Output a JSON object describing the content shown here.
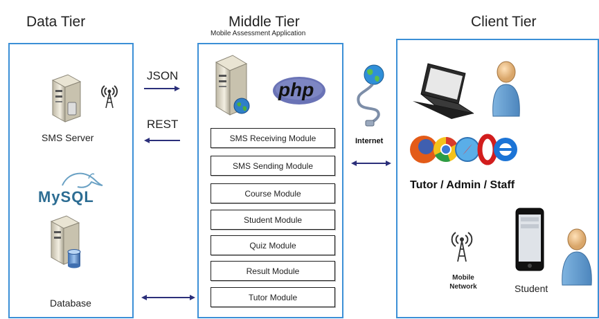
{
  "tiers": {
    "data": {
      "title": "Data Tier",
      "sms_server": "SMS Server",
      "mysql_logo": "MySQL",
      "database": "Database"
    },
    "middle": {
      "title": "Middle Tier",
      "subtitle": "Mobile Assessment Application",
      "php_logo": "php",
      "modules": [
        "SMS Receiving Module",
        "SMS Sending Module",
        "Course Module",
        "Student Module",
        "Quiz Module",
        "Result Module",
        "Tutor Module"
      ]
    },
    "client": {
      "title": "Client Tier",
      "users": "Tutor / Admin / Staff",
      "mobile_network": [
        "Mobile",
        "Network"
      ],
      "student": "Student"
    }
  },
  "connectors": {
    "json": "JSON",
    "rest": "REST",
    "internet": "Internet"
  },
  "icons": [
    "server-icon",
    "antenna-icon",
    "mysql-dolphin-icon",
    "database-icon",
    "globe-icon",
    "laptop-icon",
    "user-icon",
    "browser-icons",
    "smartphone-icon"
  ],
  "colors": {
    "panel_border": "#3b8fd6",
    "arrow": "#2b2f7a",
    "php": "#6a73b6"
  }
}
